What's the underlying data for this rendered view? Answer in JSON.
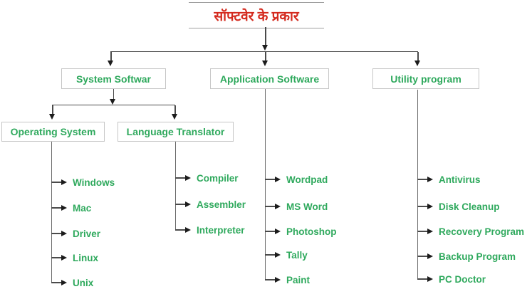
{
  "title": "सॉफ्टवेर के प्रकार",
  "level1": {
    "system": "System Softwar",
    "application": "Application Software",
    "utility": "Utility program"
  },
  "level2": {
    "operating_system": "Operating System",
    "language_translator": "Language Translator"
  },
  "items": {
    "operating_system": [
      "Windows",
      "Mac",
      "Driver",
      "Linux",
      "Unix"
    ],
    "language_translator": [
      "Compiler",
      "Assembler",
      "Interpreter"
    ],
    "application": [
      "Wordpad",
      "MS Word",
      "Photoshop",
      "Tally",
      "Paint"
    ],
    "utility": [
      "Antivirus",
      "Disk Cleanup",
      "Recovery Program",
      "Backup Program",
      "PC Doctor"
    ]
  },
  "colors": {
    "label_green": "#2fa95d",
    "title_red": "#d42a1e",
    "line": "#4a4a4a",
    "box_border": "#c6c6c6"
  }
}
